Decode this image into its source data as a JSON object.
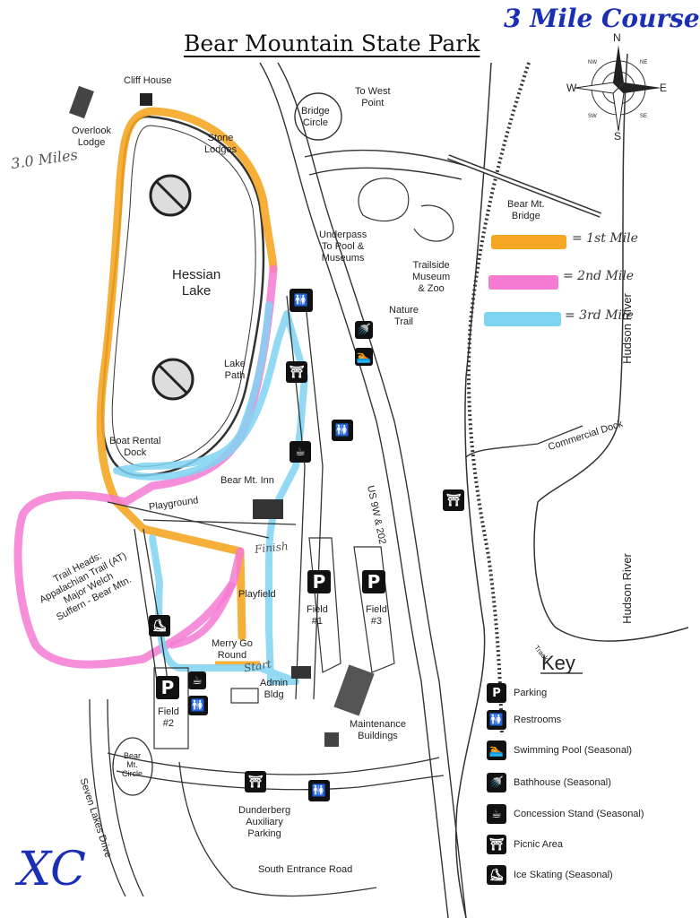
{
  "title": "Bear Mountain State Park",
  "annotations": {
    "course": "3 Mile Course",
    "event": "XC",
    "lake_distance": "3.0 Miles",
    "start": "Start",
    "finish": "Finish"
  },
  "compass": {
    "n": "N",
    "s": "S",
    "e": "E",
    "w": "W",
    "nw": "NW",
    "ne": "NE",
    "sw": "SW",
    "se": "SE"
  },
  "course_legend": [
    {
      "label": "= 1st Mile",
      "color": "#f5a623"
    },
    {
      "label": "= 2nd Mile",
      "color": "#f47ad2"
    },
    {
      "label": "= 3rd Mile",
      "color": "#7fd4f2"
    }
  ],
  "labels": {
    "cliff_house": "Cliff House",
    "overlook_lodge": "Overlook\nLodge",
    "stone_lodges": "Stone\nLodges",
    "bridge_circle": "Bridge\nCircle",
    "to_west_point": "To West\nPoint",
    "hessian_lake": "Hessian\nLake",
    "bear_mt_bridge": "Bear Mt.\nBridge",
    "underpass": "Underpass\nTo Pool &\nMuseums",
    "trailside": "Trailside\nMuseum\n& Zoo",
    "nature_trail": "Nature\nTrail",
    "lake_path": "Lake\nPath",
    "boat_rental": "Boat Rental\nDock",
    "bear_mt_inn": "Bear Mt. Inn",
    "playground": "Playground",
    "commercial_dock": "Commercial Dock",
    "hudson_river_1": "Hudson River",
    "hudson_river_2": "Hudson River",
    "us9w": "US 9W & 202",
    "trail_heads": "Trail Heads:\nAppalachian Trail (AT)\nMajor Welch\nSuffern - Bear Mtn.",
    "playfield": "Playfield",
    "field1": "Field\n#1",
    "field3": "Field\n#3",
    "field2": "Field\n#2",
    "merry_go_round": "Merry Go\nRound",
    "admin_bldg": "Admin\nBldg",
    "maintenance": "Maintenance\nBuildings",
    "bear_mt_circle": "Bear\nMt.\nCircle",
    "seven_lakes": "Seven Lakes Drive",
    "dunderberg": "Dunderberg\nAuxiliary\nParking",
    "south_entrance": "South Entrance Road",
    "track": "Track"
  },
  "key": {
    "title": "Key",
    "items": [
      {
        "label": "Parking",
        "icon": "parking-icon",
        "glyph": "P"
      },
      {
        "label": "Restrooms",
        "icon": "restroom-icon",
        "glyph": "🚻"
      },
      {
        "label": "Swimming Pool (Seasonal)",
        "icon": "swimming-icon",
        "glyph": "🏊"
      },
      {
        "label": "Bathhouse (Seasonal)",
        "icon": "bathhouse-icon",
        "glyph": "🚿"
      },
      {
        "label": "Concession Stand (Seasonal)",
        "icon": "concession-icon",
        "glyph": "☕"
      },
      {
        "label": "Picnic Area",
        "icon": "picnic-icon",
        "glyph": "⛩"
      },
      {
        "label": "Ice Skating (Seasonal)",
        "icon": "ice-skating-icon",
        "glyph": "⛸"
      }
    ]
  },
  "colors": {
    "mile1": "#f5a623",
    "mile2": "#f47ad2",
    "mile3": "#7fd4f2",
    "ink": "#1a2fb4"
  }
}
